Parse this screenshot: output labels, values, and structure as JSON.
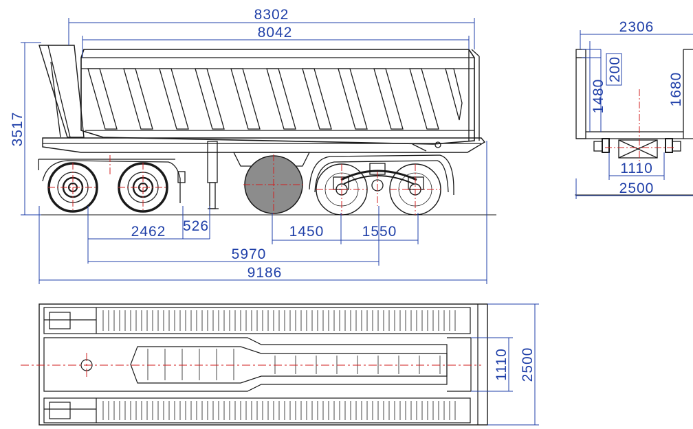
{
  "dimensions": {
    "overall_body_length": "8302",
    "body_inner_length": "8042",
    "overall_height": "3517",
    "front_axle_spacing": "2462",
    "front_overhang": "526",
    "rear_axle_1": "1450",
    "rear_axle_2": "1550",
    "wheelbase": "5970",
    "overall_length": "9186",
    "rear_width_top": "2306",
    "rear_side_200": "200",
    "rear_side_1480": "1480",
    "rear_side_1680": "1680",
    "rear_frame_width": "1110",
    "rear_overall_width": "2500",
    "plan_frame_width": "1110",
    "plan_overall_width": "2500"
  },
  "colors": {
    "line": "#1a1a1a",
    "dimension": "#1f3fa8",
    "centerline": "#d11f1f",
    "tank": "#8c8c8c"
  }
}
